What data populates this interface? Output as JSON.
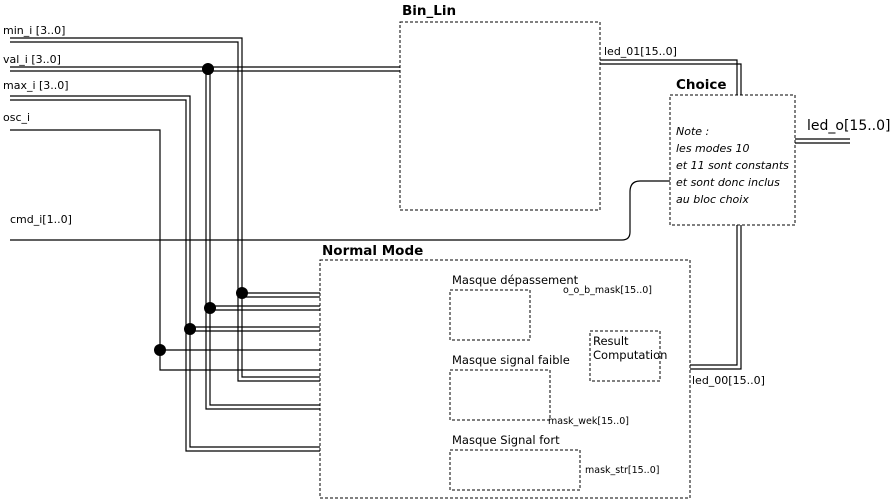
{
  "inputs": {
    "min": "min_i [3..0]",
    "val": "val_i [3..0]",
    "max": "max_i [3..0]",
    "osc": "osc_i",
    "cmd": "cmd_i[1..0]"
  },
  "blocks": {
    "bin_lin": "Bin_Lin",
    "choice": "Choice",
    "normal_mode": "Normal Mode",
    "masque_depassement": "Masque dépassement",
    "masque_faible": "Masque signal faible",
    "masque_fort": "Masque Signal fort",
    "result_line1": "Result",
    "result_line2": "Computation"
  },
  "signals": {
    "led_01": "led_01[15..0]",
    "led_o": "led_o[15..0]",
    "led_00": "led_00[15..0]",
    "ob_mask": "o_o_b_mask[15..0]",
    "mask_wek": "mask_wek[15..0]",
    "mask_str": "mask_str[15..0]"
  },
  "note": {
    "title": "Note :",
    "lines": [
      "les modes 10",
      "et 11 sont constants",
      "et sont donc inclus",
      "au bloc choix"
    ]
  }
}
